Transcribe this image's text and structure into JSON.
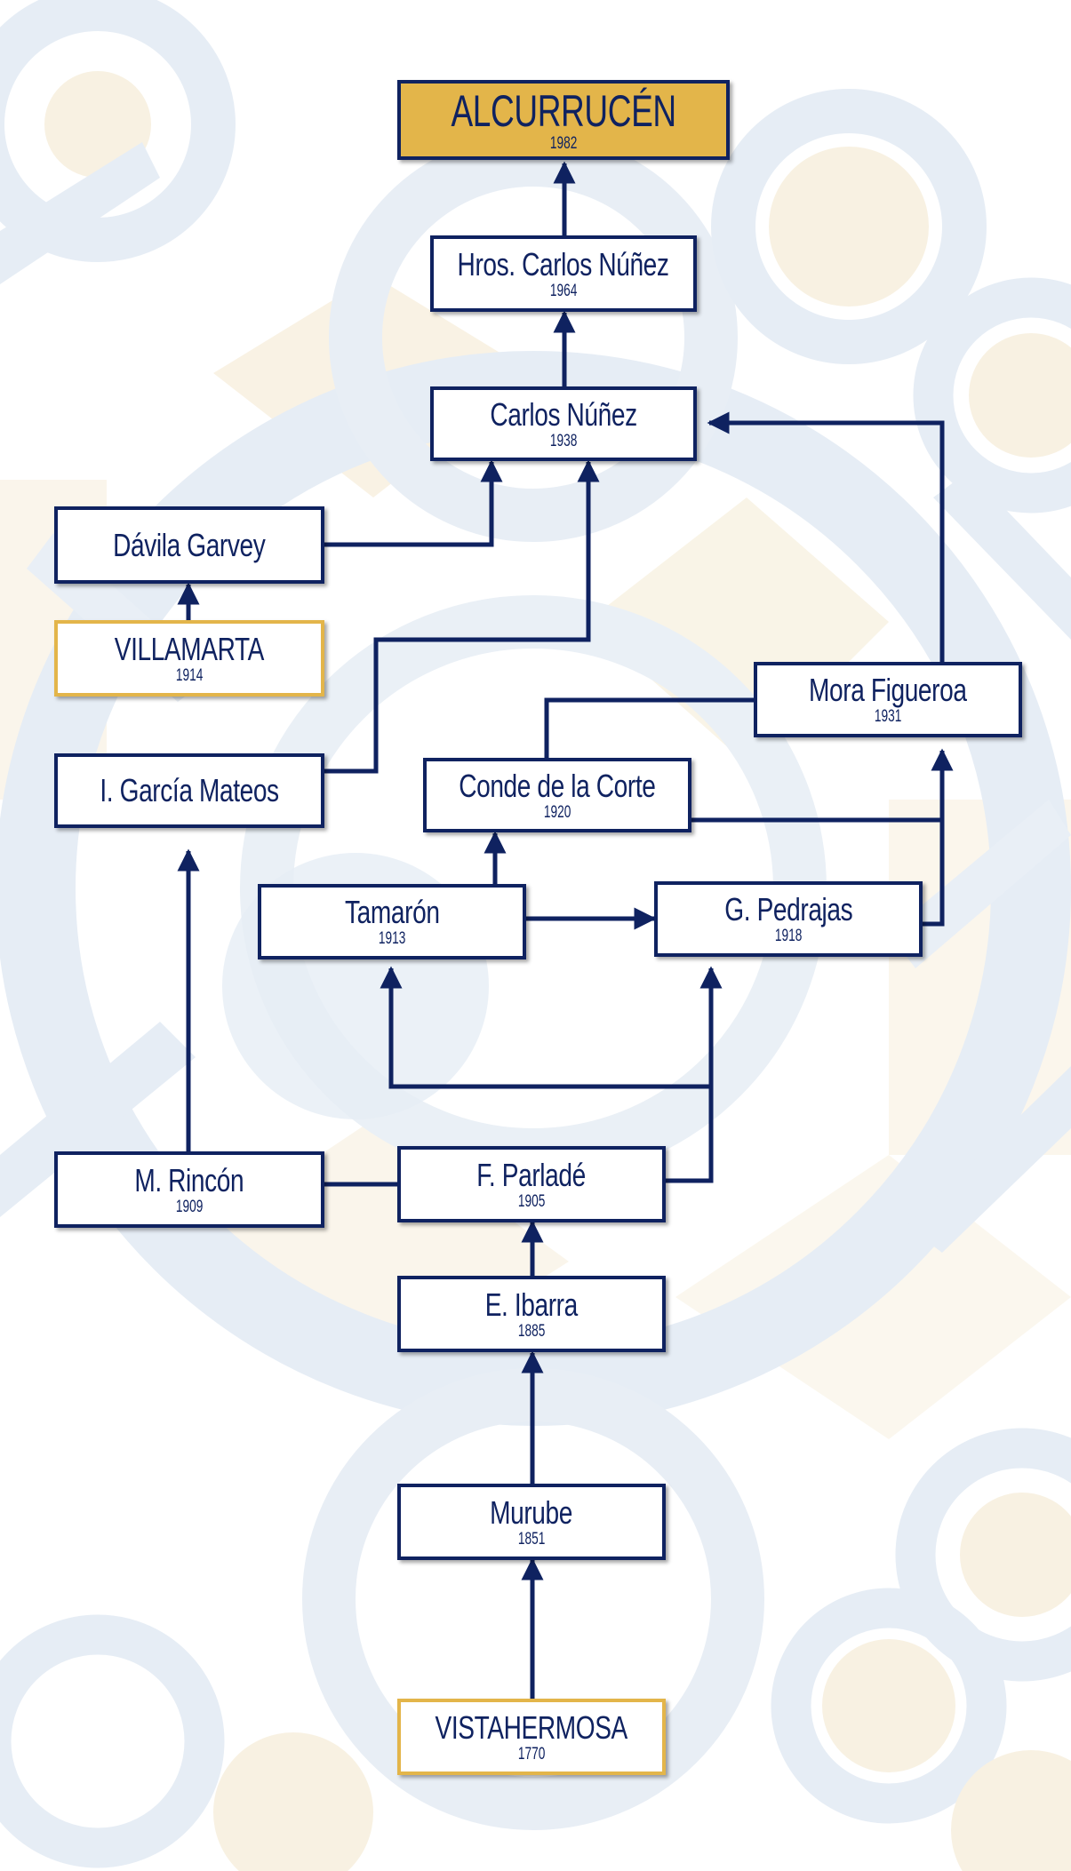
{
  "colors": {
    "navy": "#0f2260",
    "gold": "#e3b54a",
    "bg_blue": "#e6edf5",
    "bg_cream": "#faf4e6",
    "bg_white": "#ffffff"
  },
  "nodes": {
    "alcurrucen": {
      "name": "ALCURRUCÉN",
      "year": "1982"
    },
    "hros_carlos_nunez": {
      "name": "Hros. Carlos Núñez",
      "year": "1964"
    },
    "carlos_nunez": {
      "name": "Carlos Núñez",
      "year": "1938"
    },
    "davila_garvey": {
      "name": "Dávila Garvey",
      "year": ""
    },
    "villamarta": {
      "name": "VILLAMARTA",
      "year": "1914"
    },
    "mora_figueroa": {
      "name": "Mora Figueroa",
      "year": "1931"
    },
    "i_garcia_mateos": {
      "name": "I. García Mateos",
      "year": ""
    },
    "conde_de_la_corte": {
      "name": "Conde de la Corte",
      "year": "1920"
    },
    "tamaron": {
      "name": "Tamarón",
      "year": "1913"
    },
    "g_pedrajas": {
      "name": "G. Pedrajas",
      "year": "1918"
    },
    "m_rincon": {
      "name": "M. Rincón",
      "year": "1909"
    },
    "f_parlade": {
      "name": "F. Parladé",
      "year": "1905"
    },
    "e_ibarra": {
      "name": "E. Ibarra",
      "year": "1885"
    },
    "murube": {
      "name": "Murube",
      "year": "1851"
    },
    "vistahermosa": {
      "name": "VISTAHERMOSA",
      "year": "1770"
    }
  }
}
